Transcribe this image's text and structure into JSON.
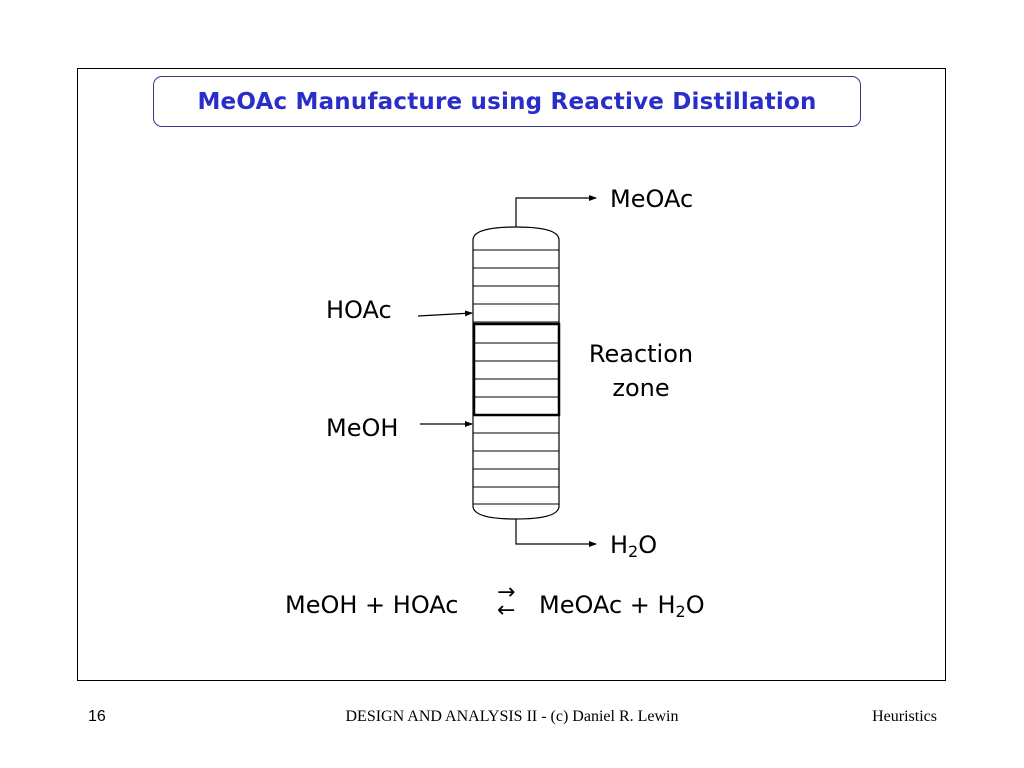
{
  "slide": {
    "title": "MeOAc Manufacture using Reactive Distillation",
    "page_number": "16",
    "footer_center": "DESIGN AND ANALYSIS II - (c) Daniel R. Lewin",
    "footer_right": "Heuristics"
  },
  "diagram": {
    "top_product": "MeOAc",
    "feed_upper": "HOAc",
    "feed_lower": "MeOH",
    "zone_label_line1": "Reaction",
    "zone_label_line2": "zone",
    "bottom_product_base": "H",
    "bottom_product_sub": "2",
    "bottom_product_tail": "O"
  },
  "equation": {
    "lhs": "MeOH + HOAc",
    "forward_arrow": "→",
    "reverse_arrow": "←",
    "rhs_base": "MeOAc + H",
    "rhs_sub": "2",
    "rhs_tail": "O"
  }
}
